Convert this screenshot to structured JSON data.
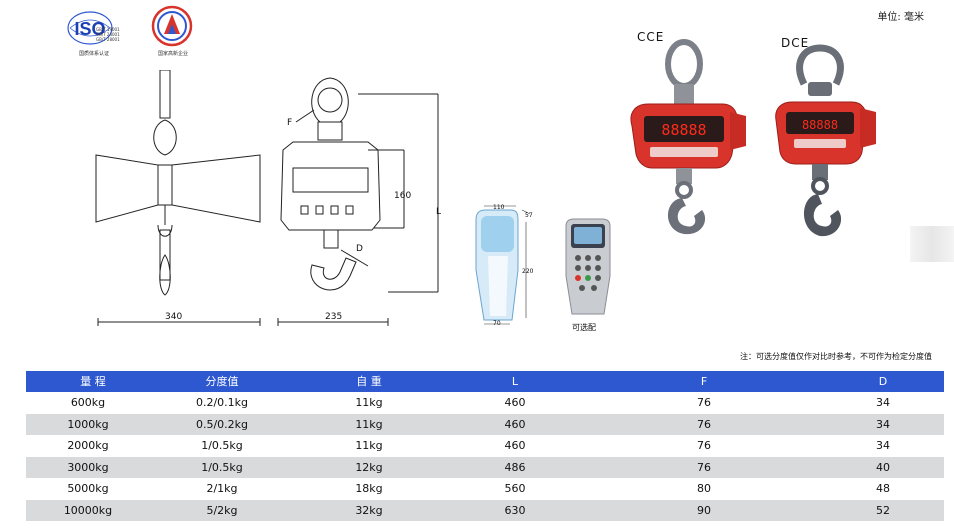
{
  "logos": {
    "iso_text": "ISO",
    "iso_caption": "国质体系认证",
    "iso_standards": [
      "GB/T 19001",
      "GB/T 24001",
      "GB/T 28001"
    ],
    "hitech_caption": "国家高新企业"
  },
  "unit_label": "单位: 毫米",
  "drawing_labels": {
    "width_340": "340",
    "width_235": "235",
    "height_160": "160",
    "length_L": "L",
    "dim_F": "F",
    "dim_D": "D"
  },
  "remote_labels": {
    "w110": "110",
    "d57": "57",
    "h220": "220",
    "w70": "70",
    "optional": "可选配"
  },
  "models": {
    "cce": "CCE",
    "dce": "DCE",
    "display_digits": "88888"
  },
  "note": "注：可选分度值仅作对比时参考，不可作为检定分度值",
  "table": {
    "headers": [
      "量 程",
      "分度值",
      "自 重",
      "L",
      "F",
      "D"
    ],
    "rows": [
      [
        "600kg",
        "0.2/0.1kg",
        "11kg",
        "460",
        "76",
        "34"
      ],
      [
        "1000kg",
        "0.5/0.2kg",
        "11kg",
        "460",
        "76",
        "34"
      ],
      [
        "2000kg",
        "1/0.5kg",
        "11kg",
        "460",
        "76",
        "34"
      ],
      [
        "3000kg",
        "1/0.5kg",
        "12kg",
        "486",
        "76",
        "40"
      ],
      [
        "5000kg",
        "2/1kg",
        "18kg",
        "560",
        "80",
        "48"
      ],
      [
        "10000kg",
        "5/2kg",
        "32kg",
        "630",
        "90",
        "52"
      ]
    ]
  },
  "colors": {
    "header_blue": "#2e58d0",
    "row_gray": "#d9dadc",
    "scale_red": "#d9342b",
    "display_red": "#ff2a1a"
  }
}
